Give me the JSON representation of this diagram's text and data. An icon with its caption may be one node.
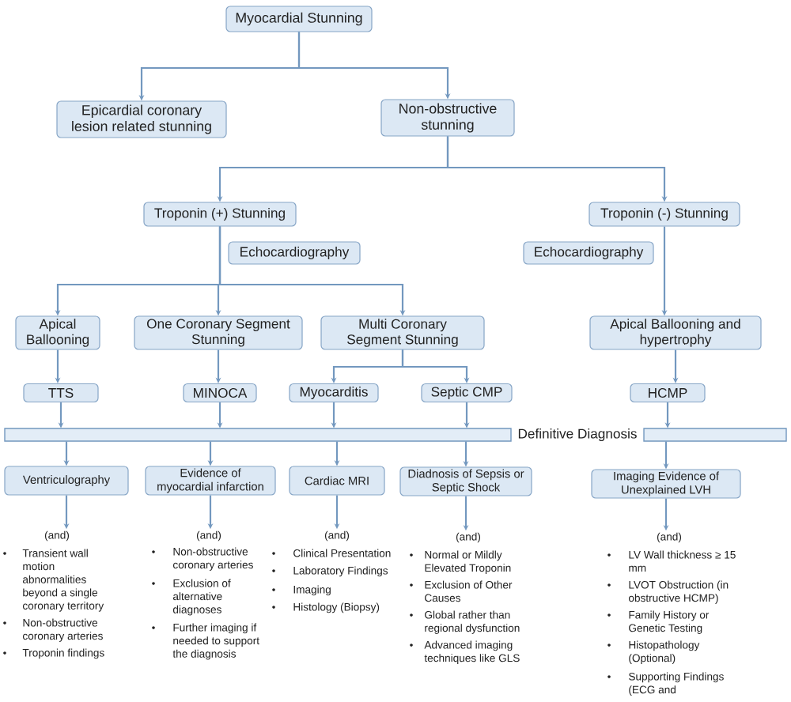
{
  "diagram": {
    "nodes": [
      {
        "text": [
          "Myocardial Stunning"
        ]
      },
      {
        "text": [
          "Epicardial coronary lesion related stunning"
        ]
      },
      {
        "text": [
          "Non-obstructive stunning"
        ]
      },
      {
        "text": [
          "Troponin (+) Stunning"
        ]
      },
      {
        "text": [
          "Troponin (-) Stunning"
        ]
      },
      {
        "text": [
          "Echocardiography"
        ]
      },
      {
        "text": [
          "Echocardiography"
        ]
      },
      {
        "text": [
          "Apical Ballooning"
        ]
      },
      {
        "text": [
          "One Coronary Segment Stunning"
        ]
      },
      {
        "text": [
          "Multi Coronary Segment Stunning"
        ]
      },
      {
        "text": [
          "Apical Ballooning and hypertrophy"
        ]
      },
      {
        "text": [
          "TTS"
        ]
      },
      {
        "text": [
          "MINOCA"
        ]
      },
      {
        "text": [
          "Myocarditis"
        ]
      },
      {
        "text": [
          "Septic CMP"
        ]
      },
      {
        "text": [
          "HCMP"
        ]
      },
      {
        "text": [
          "Definitive Diagnosis"
        ]
      },
      {
        "text": [
          "Ventriculography"
        ]
      },
      {
        "text": [
          "Evidence of myocardial infarction"
        ]
      },
      {
        "text": [
          "Cardiac MRI"
        ]
      },
      {
        "text": [
          "Diadnosis of Sepsis or Septic Shock"
        ]
      },
      {
        "text": [
          "Imaging Evidence of Unexplained LVH"
        ]
      },
      {
        "text": [
          "(and)",
          "Transient wall motion abnormalities beyond a single coronary territory",
          "Non-obstructive coronary arteries",
          "Troponin findings"
        ]
      },
      {
        "text": [
          "(and)",
          "Non-obstructive coronary arteries",
          "Exclusion of alternative diagnoses",
          "Further imaging if needed to support the diagnosis"
        ]
      },
      {
        "text": [
          "(and)",
          "Clinical Presentation",
          "Laboratory Findings",
          "Imaging",
          "Histology (Biopsy)"
        ]
      },
      {
        "text": [
          "(and)",
          "Normal or Mildly Elevated Troponin",
          "Exclusion of Other Causes",
          "Global rather than regional dysfunction",
          "Advanced imaging techniques like GLS"
        ]
      },
      {
        "text": [
          "(and)",
          "LV Wall thickness ≥ 15 mm",
          "LVOT Obstruction (in obstructive HCMP)",
          "Family History or Genetic Testing",
          "Histopathology (Optional)",
          "Supporting Findings (ECG and"
        ]
      }
    ],
    "edges": [
      {
        "from": 0,
        "to": 1,
        "arrow": "to"
      },
      {
        "from": 0,
        "to": 2,
        "arrow": "to"
      },
      {
        "from": 2,
        "to": 3,
        "arrow": "to"
      },
      {
        "from": 2,
        "to": 4,
        "arrow": "to"
      },
      {
        "from": 3,
        "to": 7,
        "arrow": "to"
      },
      {
        "from": 3,
        "to": 8,
        "arrow": "to"
      },
      {
        "from": 3,
        "to": 9,
        "arrow": "to"
      },
      {
        "from": 4,
        "to": 10,
        "arrow": "to"
      },
      {
        "from": 7,
        "to": 11,
        "arrow": "to"
      },
      {
        "from": 8,
        "to": 12,
        "arrow": "to"
      },
      {
        "from": 9,
        "to": 13,
        "arrow": "to"
      },
      {
        "from": 9,
        "to": 14,
        "arrow": "to"
      },
      {
        "from": 10,
        "to": 15,
        "arrow": "to"
      },
      {
        "from": 11,
        "to": 16,
        "arrow": "to"
      },
      {
        "from": 12,
        "to": 16,
        "arrow": "to"
      },
      {
        "from": 13,
        "to": 16,
        "arrow": "to"
      },
      {
        "from": 14,
        "to": 16,
        "arrow": "to"
      },
      {
        "from": 15,
        "to": 16,
        "arrow": "to"
      },
      {
        "from": 16,
        "to": 17,
        "arrow": "to"
      },
      {
        "from": 16,
        "to": 18,
        "arrow": "to"
      },
      {
        "from": 16,
        "to": 19,
        "arrow": "to"
      },
      {
        "from": 16,
        "to": 20,
        "arrow": "to"
      },
      {
        "from": 16,
        "to": 21,
        "arrow": "to"
      },
      {
        "from": 17,
        "to": 22,
        "arrow": "to"
      },
      {
        "from": 18,
        "to": 23,
        "arrow": "to"
      },
      {
        "from": 19,
        "to": 24,
        "arrow": "to"
      },
      {
        "from": 20,
        "to": 25,
        "arrow": "to"
      },
      {
        "from": 21,
        "to": 26,
        "arrow": "to"
      }
    ]
  }
}
